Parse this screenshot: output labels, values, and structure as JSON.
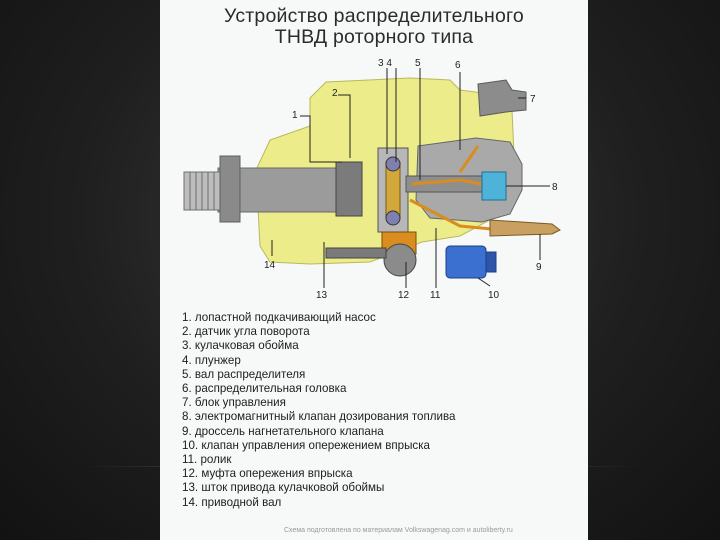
{
  "slide": {
    "title_line1": "Устройство распределительного",
    "title_line2": "ТНВД роторного типа",
    "caption": "Схема подготовлена по материалам Volkswagenag.com и autoliberty.ru"
  },
  "diagram": {
    "callouts": [
      "1",
      "2",
      "3",
      "4",
      "5",
      "6",
      "7",
      "8",
      "9",
      "10",
      "11",
      "12",
      "13",
      "14"
    ],
    "callout_3_4": "3 4",
    "colors": {
      "housing": "#ecec8a",
      "metal": "#9a9a9a",
      "dark_metal": "#6e6e6e",
      "fuel_orange": "#d98d1e",
      "valve_blue": "#3b6fd0",
      "accent_cyan": "#4fb3d9",
      "leader_line": "#222222"
    }
  },
  "legend": [
    "1. лопастной подкачивающий насос",
    "2. датчик угла поворота",
    "3. кулачковая обойма",
    "4. плунжер",
    "5. вал распределителя",
    "6. распределительная головка",
    "7. блок управления",
    "8. электромагнитный клапан дозирования топлива",
    "9. дроссель нагнетательного клапана",
    "10. клапан управления опережением впрыска",
    "11. ролик",
    "12. муфта опережения впрыска",
    "13. шток привода кулачковой обоймы",
    "14. приводной вал"
  ]
}
